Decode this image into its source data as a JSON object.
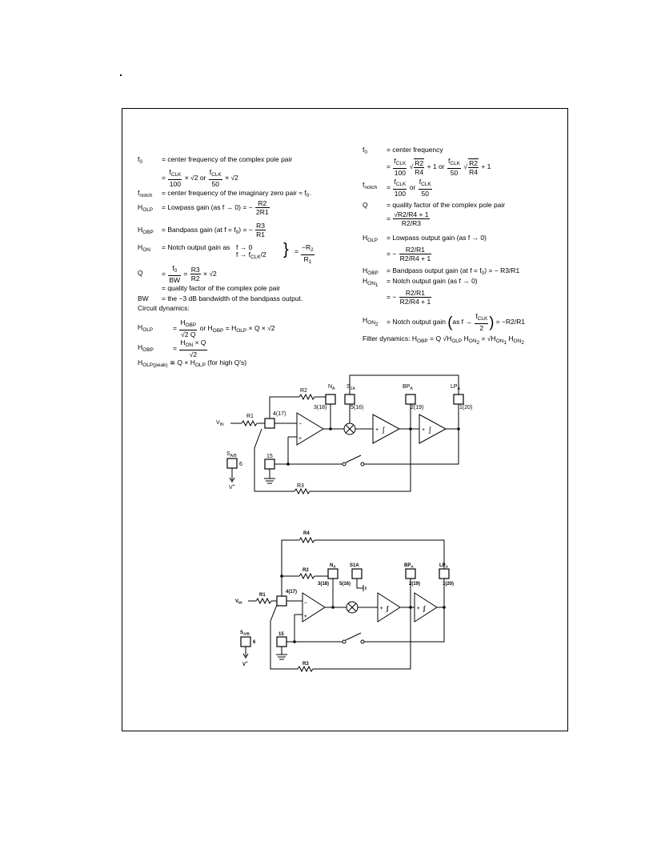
{
  "left_defs": {
    "f0": {
      "sym": "f",
      "sub": "0",
      "def": "= center frequency of the complex pole pair"
    },
    "f0_formula": {
      "a_num": "f",
      "a_num_sub": "CLK",
      "a_den": "100",
      "b_num": "f",
      "b_num_sub": "CLK",
      "b_den": "50",
      "mid": "× √2 or",
      "end": "× √2"
    },
    "fnotch": {
      "sym": "f",
      "sub": "notch",
      "def": "= center frequency of the imaginary zero pair ≈ f",
      "def_sub": "0",
      "def_end": "."
    },
    "holp": {
      "sym": "H",
      "sub": "OLP",
      "def": "= Lowpass gain (as f → 0) = −",
      "num": "R2",
      "den": "2R1"
    },
    "hobp": {
      "sym": "H",
      "sub": "OBP",
      "def": "= Bandpass gain (at f = f",
      "def_sub": "0",
      "def_mid": ") = −",
      "num": "R3",
      "den": "R1"
    },
    "hon": {
      "sym": "H",
      "sub": "ON",
      "def": "= Notch output gain as",
      "cond1": "f → 0",
      "cond2": "f → f",
      "cond2_sub": "CLK",
      "cond2_end": "/2",
      "eq": "=",
      "num": "−R",
      "num_sub": "2",
      "den": "R",
      "den_sub": "1"
    },
    "q": {
      "sym": "Q",
      "eq1": "=",
      "n1": "f",
      "n1_sub": "0",
      "d1": "BW",
      "eq2": "=",
      "n2": "R3",
      "d2": "R2",
      "end": "× √2"
    },
    "q_def": "= quality factor of the complex pole pair",
    "bw": {
      "sym": "BW",
      "def": "= the −3 dB bandwidth of the bandpass output."
    },
    "circuit_dynamics": "Circuit dynamics:",
    "holp2": {
      "sym": "H",
      "sub": "OLP",
      "eq": "=",
      "num": "H",
      "num_sub": "OBP",
      "den": "√2 Q",
      "mid": "or H",
      "mid_sub": "OBP",
      "end": "= H",
      "end_sub": "OLP",
      "tail": "× Q × √2"
    },
    "hobp2": {
      "sym": "H",
      "sub": "OBP",
      "eq": "=",
      "num": "H",
      "num_sub": "ON",
      "num_end": "× Q",
      "den": "√2"
    },
    "holppeak": {
      "sym": "H",
      "sub": "OLP(peak)",
      "def": "≅ Q × H",
      "def_sub": "OLP",
      "def_end": "(for high Q's)"
    }
  },
  "right_defs": {
    "f0": {
      "sym": "f",
      "sub": "0",
      "def": "= center frequency"
    },
    "f0_formula": {
      "a_num": "f",
      "a_num_sub": "CLK",
      "a_den": "100",
      "r_num": "R2",
      "r_den": "R4",
      "mid": "+ 1 or",
      "b_num": "f",
      "b_num_sub": "CLK",
      "b_den": "50",
      "r2_num": "R2",
      "r2_den": "R4",
      "end": "+ 1"
    },
    "fnotch": {
      "sym": "f",
      "sub": "notch",
      "eq": "=",
      "a_num": "f",
      "a_num_sub": "CLK",
      "a_den": "100",
      "mid": "or",
      "b_num": "f",
      "b_num_sub": "CLK",
      "b_den": "50"
    },
    "q": {
      "sym": "Q",
      "def": "= quality factor of the complex pole pair",
      "eq": "=",
      "num": "√R2/R4 + 1",
      "den": "R2/R3"
    },
    "holp": {
      "sym": "H",
      "sub": "OLP",
      "def": "= Lowpass output gain (as f → 0)",
      "eq": "= −",
      "num": "R2/R1",
      "den": "R2/R4 + 1"
    },
    "hobp": {
      "sym": "H",
      "sub": "OBP",
      "def": "= Bandpass output gain (at f = f",
      "def_sub": "0",
      "def_end": ") = − R3/R1"
    },
    "hon1": {
      "sym": "H",
      "sub": "ON",
      "sub2": "1",
      "def": "= Notch output gain (as f → 0)",
      "eq": "= −",
      "num": "R2/R1",
      "den": "R2/R4 + 1"
    },
    "hon2": {
      "sym": "H",
      "sub": "ON",
      "sub2": "2",
      "def": "= Notch output gain",
      "paren_pre": "as f →",
      "num": "f",
      "num_sub": "CLK",
      "den": "2",
      "end": "= −R2/R1"
    },
    "filter_dynamics": {
      "pre": "Filter dynamics: H",
      "sub": "OBP",
      "mid": "= Q √H",
      "s1": "OLP",
      "mid2": "H",
      "s2": "ON",
      "s2b": "2",
      "mid3": "= √H",
      "s3": "ON",
      "s3b": "1",
      "mid4": "H",
      "s4": "ON",
      "s4b": "2"
    }
  },
  "circuit1": {
    "labels": {
      "r2": "R2",
      "r1": "R1",
      "r3": "R3",
      "vin": "V",
      "vin_sub": "IN",
      "na": "N",
      "na_sub": "A",
      "s1a": "S",
      "s1a_sub": "1A",
      "bpa": "BP",
      "bpa_sub": "A",
      "lpa": "LP",
      "lpa_sub": "A",
      "sab": "S",
      "sab_sub": "A/B",
      "vplus": "V",
      "vplus_sup": "+"
    },
    "pins": {
      "p4": "4(17)",
      "p3": "3(18)",
      "p5": "5(16)",
      "p2": "2(19)",
      "p1": "1(20)",
      "p15": "15",
      "p6": "6"
    },
    "op_minus": "−",
    "op_plus": "+",
    "int_sym": "∫",
    "sum_plus": "+",
    "int_plus": "+"
  },
  "circuit2": {
    "labels": {
      "r4": "R4",
      "r2": "R2",
      "r1": "R1",
      "r3": "R3",
      "vin": "V",
      "vin_sub": "IN",
      "na": "N",
      "na_sub": "A",
      "s1a": "S1A",
      "bpa": "BP",
      "bpa_sub": "A",
      "lpa": "LP",
      "lpa_sub": "A",
      "sab": "S",
      "sab_sub": "A/B",
      "vplus": "V",
      "vplus_sup": "+"
    },
    "pins": {
      "p4": "4(17)",
      "p3": "3(18)",
      "p5": "5(16)",
      "p2": "2(19)",
      "p1": "1(20)",
      "p15": "15",
      "p6": "6"
    },
    "op_minus": "−",
    "op_plus": "+",
    "int_sym": "∫",
    "int_plus": "+"
  }
}
